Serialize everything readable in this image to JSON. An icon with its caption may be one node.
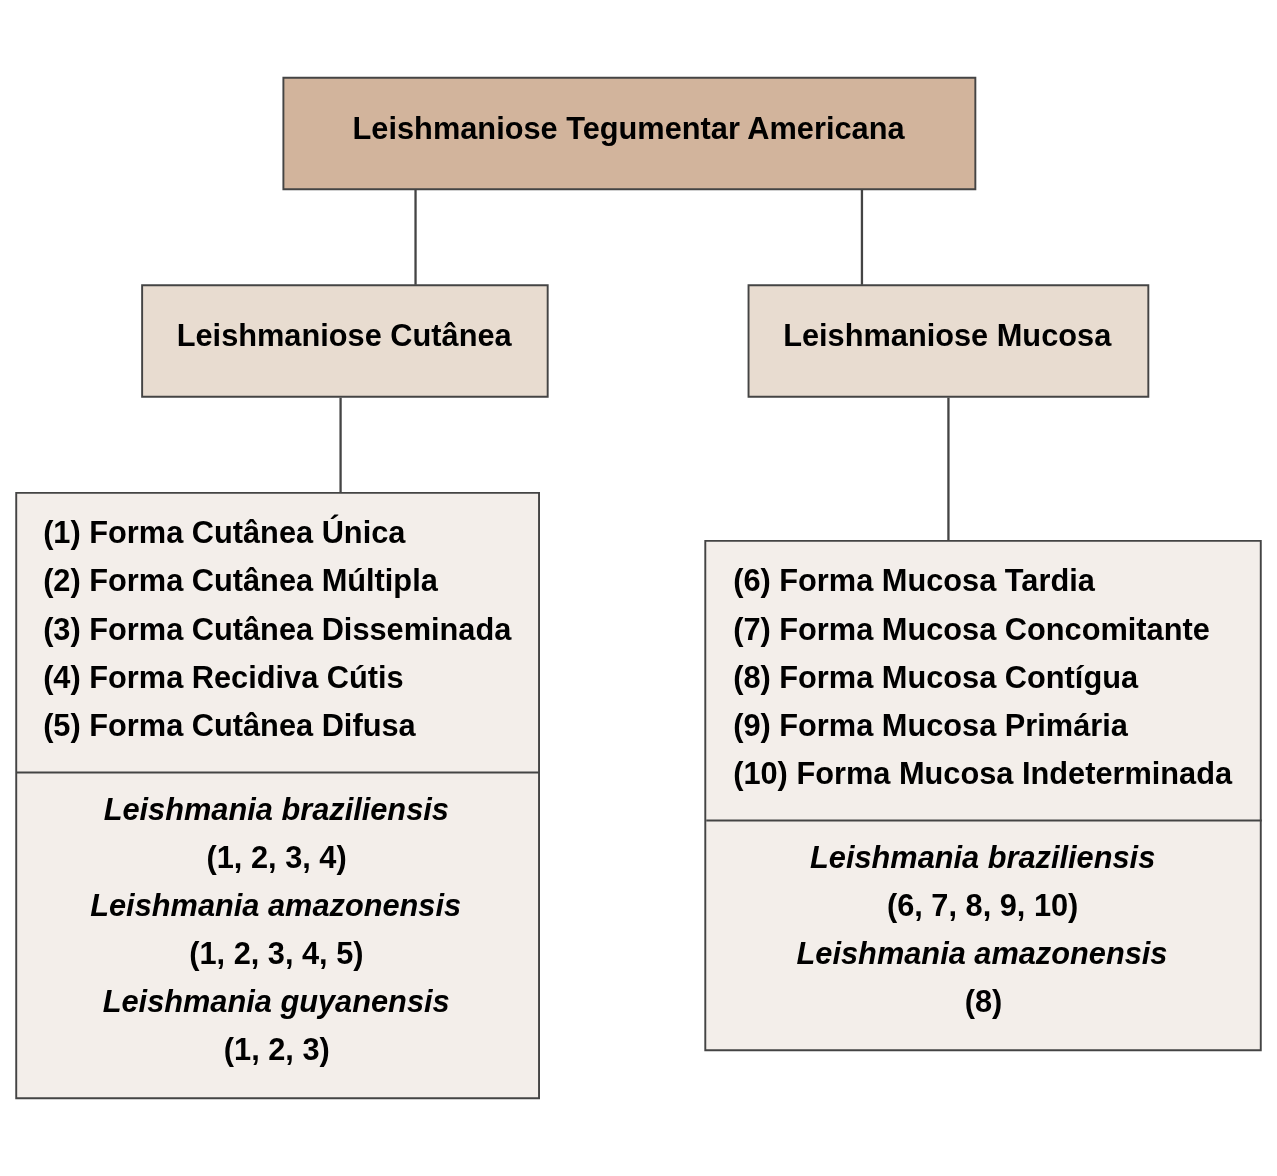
{
  "diagram": {
    "nodes": [
      {
        "text": [
          "Leishmaniose Tegumentar Americana"
        ]
      },
      {
        "text": [
          "Leishmaniose Cutânea"
        ]
      },
      {
        "text": [
          "Leishmaniose Mucosa"
        ]
      },
      {
        "text": [
          "(1) Forma Cutânea Única",
          "(2) Forma Cutânea Múltipla",
          "(3) Forma Cutânea Disseminada",
          "(4) Forma Recidiva Cútis",
          "(5) Forma Cutânea Difusa",
          "Leishmania braziliensis",
          "(1, 2, 3, 4)",
          "Leishmania amazonensis",
          "(1, 2, 3, 4, 5)",
          "Leishmania guyanensis",
          "(1, 2, 3)"
        ]
      },
      {
        "text": [
          "(6) Forma Mucosa Tardia",
          "(7) Forma Mucosa Concomitante",
          "(8) Forma Mucosa Contígua",
          "(9) Forma Mucosa Primária",
          "(10) Forma Mucosa Indeterminada",
          "Leishmania braziliensis",
          "(6, 7, 8, 9, 10)",
          "Leishmania amazonensis",
          "(8)"
        ]
      }
    ],
    "edges": [
      {
        "from": 0,
        "to": 1,
        "arrow": "none"
      },
      {
        "from": 0,
        "to": 2,
        "arrow": "none"
      },
      {
        "from": 1,
        "to": 3,
        "arrow": "none"
      },
      {
        "from": 2,
        "to": 4,
        "arrow": "none"
      }
    ]
  }
}
